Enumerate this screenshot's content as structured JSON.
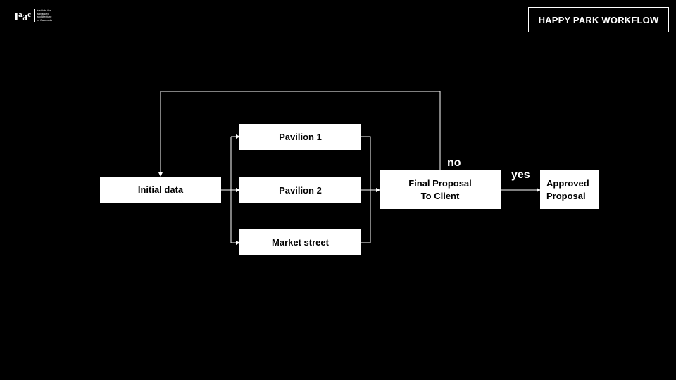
{
  "logo": {
    "mark": "Iaac",
    "tagline": [
      "institute for",
      "advanced",
      "architecture",
      "of Catalonia"
    ]
  },
  "title": "HAPPY PARK WORKFLOW",
  "nodes": {
    "initial_data": "Initial data",
    "pavilion_1": "Pavilion 1",
    "pavilion_2": "Pavilion 2",
    "market_street": "Market street",
    "final_proposal_line1": "Final Proposal",
    "final_proposal_line2": "To Client",
    "approved_line1": "Approved",
    "approved_line2": "Proposal"
  },
  "edge_labels": {
    "no": "no",
    "yes": "yes"
  },
  "colors": {
    "background": "#000000",
    "foreground": "#ffffff",
    "node_text": "#000000"
  }
}
